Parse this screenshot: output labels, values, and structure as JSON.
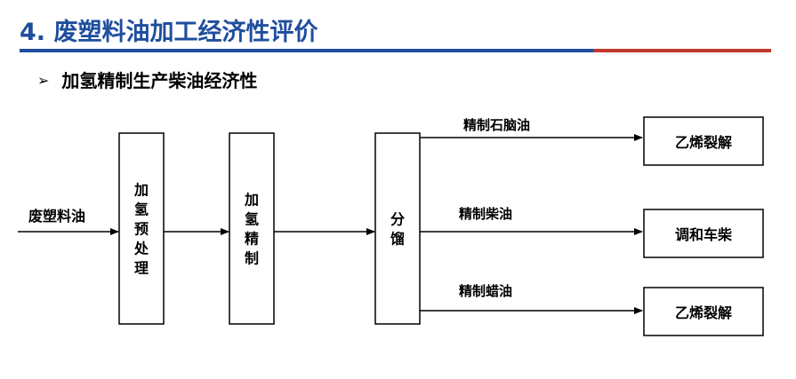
{
  "slide": {
    "title": "4. 废塑料油加工经济性评价",
    "bullet": "➢",
    "subtitle": "加氢精制生产柴油经济性"
  },
  "diagram": {
    "input_label": "废塑料油",
    "steps": [
      {
        "id": "pretreat",
        "chars": [
          "加",
          "氢",
          "预",
          "处",
          "理"
        ]
      },
      {
        "id": "refine",
        "chars": [
          "加",
          "氢",
          "精",
          "制"
        ]
      },
      {
        "id": "fractionate",
        "chars": [
          "分",
          "馏"
        ]
      }
    ],
    "products": [
      {
        "id": "naphtha",
        "stream": "精制石脑油",
        "destination": "乙烯裂解"
      },
      {
        "id": "diesel",
        "stream": "精制柴油",
        "destination": "调和车柴"
      },
      {
        "id": "wax",
        "stream": "精制蜡油",
        "destination": "乙烯裂解"
      }
    ]
  }
}
